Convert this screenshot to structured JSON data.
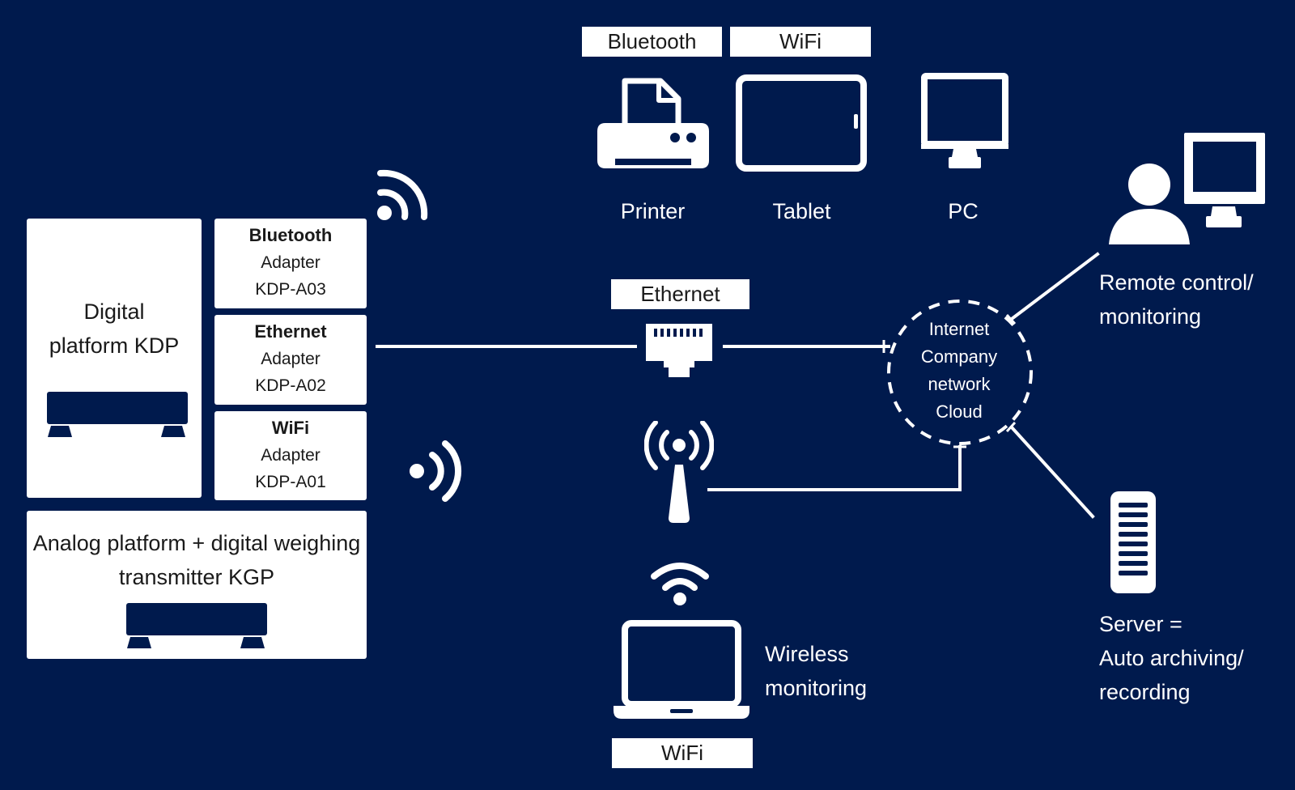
{
  "colors": {
    "background": "#001a4d",
    "foreground": "#ffffff",
    "box_text": "#1a1a1a"
  },
  "labels": {
    "bluetooth_tag": "Bluetooth",
    "wifi_tag_top": "WiFi",
    "ethernet_tag": "Ethernet",
    "wifi_tag_bottom": "WiFi",
    "printer": "Printer",
    "tablet": "Tablet",
    "pc": "PC",
    "remote_line1": "Remote control/",
    "remote_line2": "monitoring",
    "server_line1": "Server =",
    "server_line2": "Auto archiving/",
    "server_line3": "recording",
    "wireless_line1": "Wireless",
    "wireless_line2": "monitoring"
  },
  "kdp": {
    "line1": "Digital",
    "line2": "platform KDP"
  },
  "kgp": {
    "line1": "Analog platform + digital weighing",
    "line2": "transmitter KGP"
  },
  "adapters": [
    {
      "name": "Bluetooth",
      "type": "Adapter",
      "model": "KDP-A03"
    },
    {
      "name": "Ethernet",
      "type": "Adapter",
      "model": "KDP-A02"
    },
    {
      "name": "WiFi",
      "type": "Adapter",
      "model": "KDP-A01"
    }
  ],
  "cloud": {
    "line1": "Internet",
    "line2": "Company",
    "line3": "network",
    "line4": "Cloud"
  },
  "icons": [
    "printer-icon",
    "tablet-icon",
    "pc-icon",
    "user-icon",
    "monitor-icon",
    "ethernet-port-icon",
    "antenna-icon",
    "wifi-icon",
    "laptop-icon",
    "server-icon",
    "signal-icon",
    "cloud-icon"
  ]
}
